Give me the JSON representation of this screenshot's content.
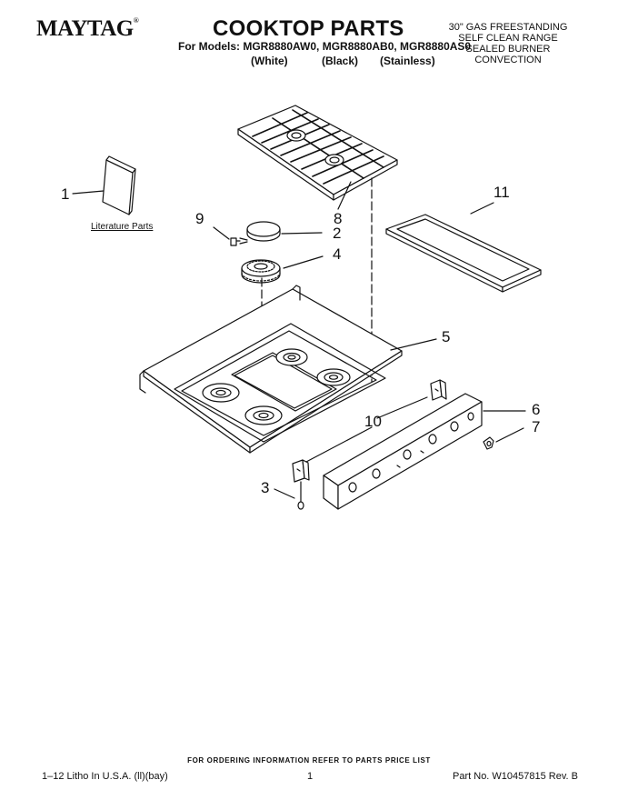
{
  "header": {
    "brand": "MAYTAG",
    "title": "COOKTOP PARTS",
    "models": "For Models: MGR8880AW0, MGR8880AB0, MGR8880AS0",
    "variants": [
      "(White)",
      "(Black)",
      "(Stainless)"
    ],
    "spec_lines": [
      "30\" GAS FREESTANDING",
      "SELF CLEAN RANGE",
      "SEALED BURNER",
      "CONVECTION"
    ]
  },
  "literature_label": "Literature Parts",
  "callouts": [
    "1",
    "2",
    "3",
    "4",
    "5",
    "6",
    "7",
    "8",
    "9",
    "10",
    "11"
  ],
  "footer": {
    "ordering_note": "FOR ORDERING INFORMATION REFER TO PARTS PRICE LIST",
    "litho": "1–12 Litho In U.S.A. (ll)(bay)",
    "page": "1",
    "part_no": "Part No. W10457815 Rev. B"
  }
}
